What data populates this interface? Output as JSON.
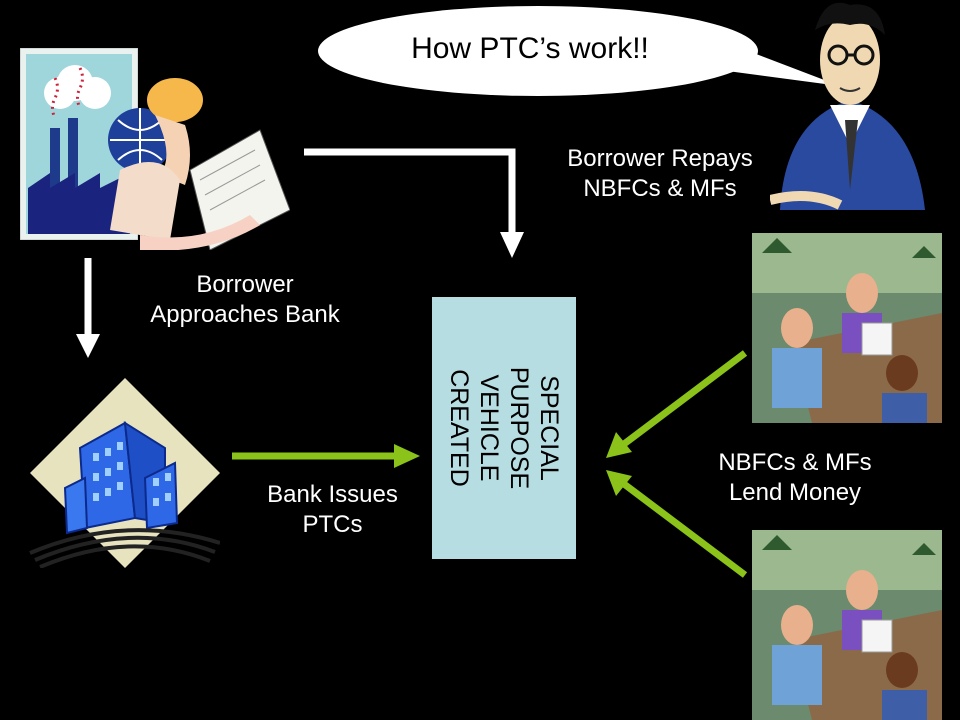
{
  "speech_bubble": {
    "text": "How PTC’s work!!"
  },
  "captions": {
    "borrower_approaches": [
      "Borrower",
      "Approaches Bank"
    ],
    "borrower_repays": [
      "Borrower Repays",
      "NBFCs & MFs"
    ],
    "bank_issues": [
      "Bank Issues",
      "PTCs"
    ],
    "nbfcs_lend": [
      "NBFCs & MFs",
      "Lend Money"
    ]
  },
  "spv": {
    "lines": [
      "SPECIAL",
      "PURPOSE",
      "VEHICLE",
      "CREATED"
    ],
    "color": "#b6dde2"
  },
  "colors": {
    "white_arrow": "#ffffff",
    "green_arrow": "#8bc31a"
  },
  "icons": {
    "factory": "factory-clipart-icon",
    "engineer": "engineer-with-blueprints-icon",
    "bank": "bank-building-icon",
    "professor": "narrator-man-icon",
    "meeting_top": "business-meeting-icon",
    "meeting_bottom": "business-meeting-icon"
  }
}
